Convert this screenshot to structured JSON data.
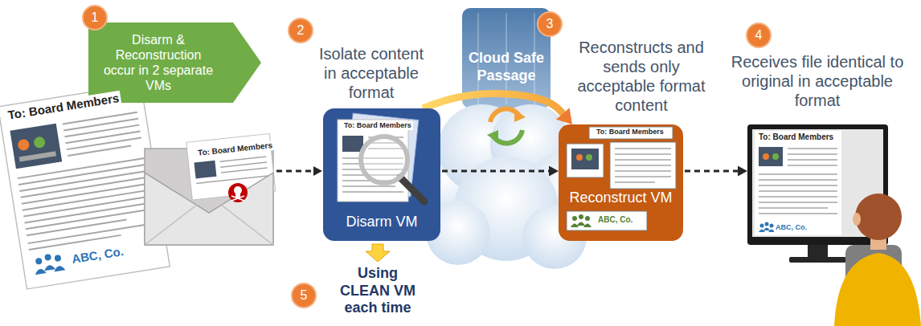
{
  "diagram": {
    "nodes": [
      {
        "text": [
          "Disarm & Reconstruction occur in 2 separate VMs"
        ]
      },
      {
        "text": [
          "Isolate content in acceptable format",
          "Disarm VM"
        ]
      },
      {
        "text": [
          "Cloud Safe Passage"
        ]
      },
      {
        "text": [
          "Reconstructs and sends only acceptable format content",
          "Reconstruct VM"
        ]
      },
      {
        "text": [
          "Receives file identical to original in acceptable format"
        ]
      }
    ],
    "edges": [
      {
        "from": 1,
        "to": 3,
        "arrow": "to"
      },
      {
        "from": 1,
        "to": 3,
        "arrow": "to"
      },
      {
        "from": 3,
        "to": 4,
        "arrow": "to"
      }
    ],
    "labels": [
      "1",
      "2",
      "3",
      "4",
      "5",
      "Using CLEAN VM each time",
      "To: Board Members",
      "ABC, Co.",
      "To: Board Members",
      "To: Board Members",
      "To: Board Members",
      "ABC, Co.",
      "To: Board Members",
      "ABC, Co."
    ]
  }
}
